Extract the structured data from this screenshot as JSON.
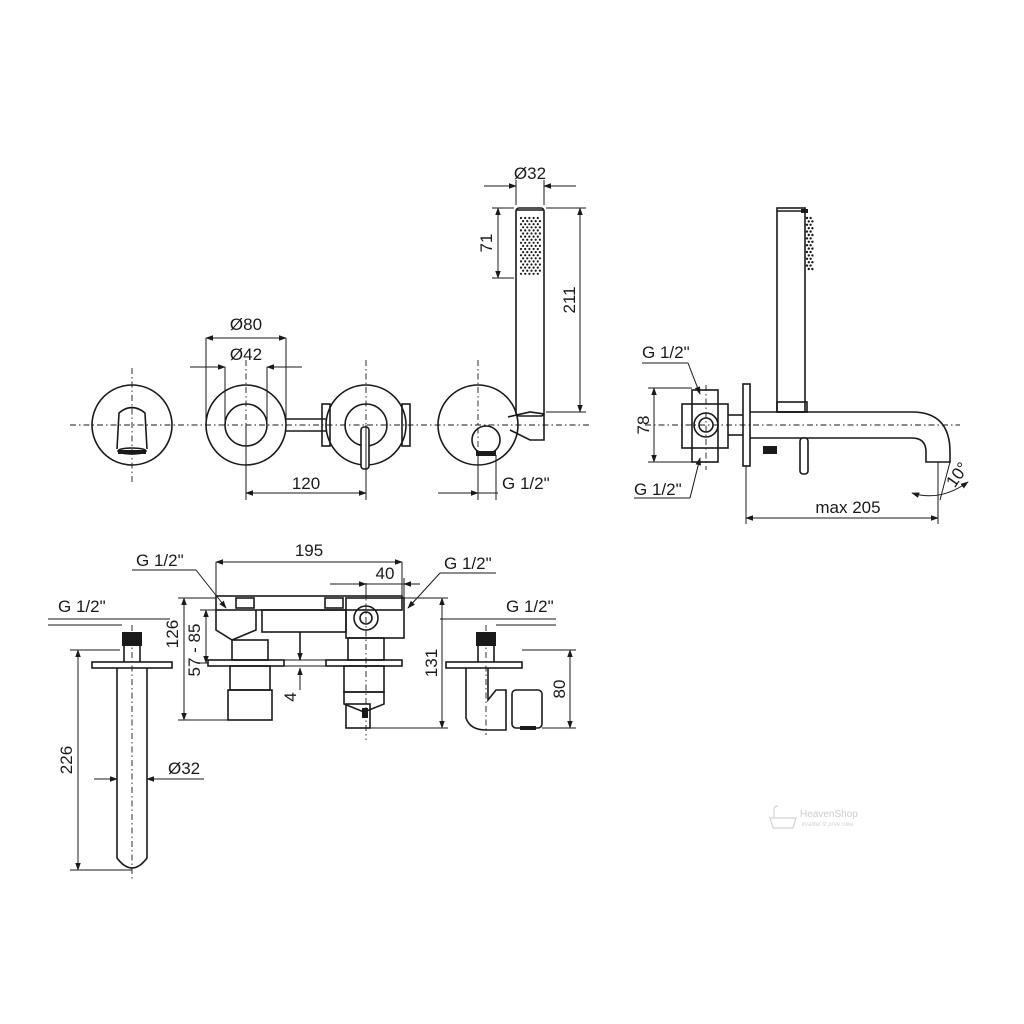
{
  "front_view": {
    "dims": {
      "d80": "Ø80",
      "d42": "Ø42",
      "w120": "120",
      "g_holder": "G 1/2\""
    }
  },
  "hand_shower": {
    "dims": {
      "d32": "Ø32",
      "h71": "71",
      "h211": "211"
    }
  },
  "side_view": {
    "dims": {
      "g_top": "G 1/2\"",
      "g_bottom": "G 1/2\"",
      "h78": "78",
      "reach": "max 205",
      "angle": "10°"
    }
  },
  "bottom_spout": {
    "dims": {
      "g": "G 1/2\"",
      "h226": "226",
      "d32": "Ø32"
    }
  },
  "mixer_body": {
    "dims": {
      "g_left": "G 1/2\"",
      "g_right": "G 1/2\"",
      "w195": "195",
      "w40": "40",
      "h126": "126",
      "range": "57 - 85",
      "h4": "4",
      "h131": "131"
    }
  },
  "holder_side": {
    "dims": {
      "g": "G 1/2\"",
      "h80": "80"
    }
  },
  "watermark": {
    "brand": "HeavenShop",
    "tagline": "kvalitet iz prve ruke"
  }
}
